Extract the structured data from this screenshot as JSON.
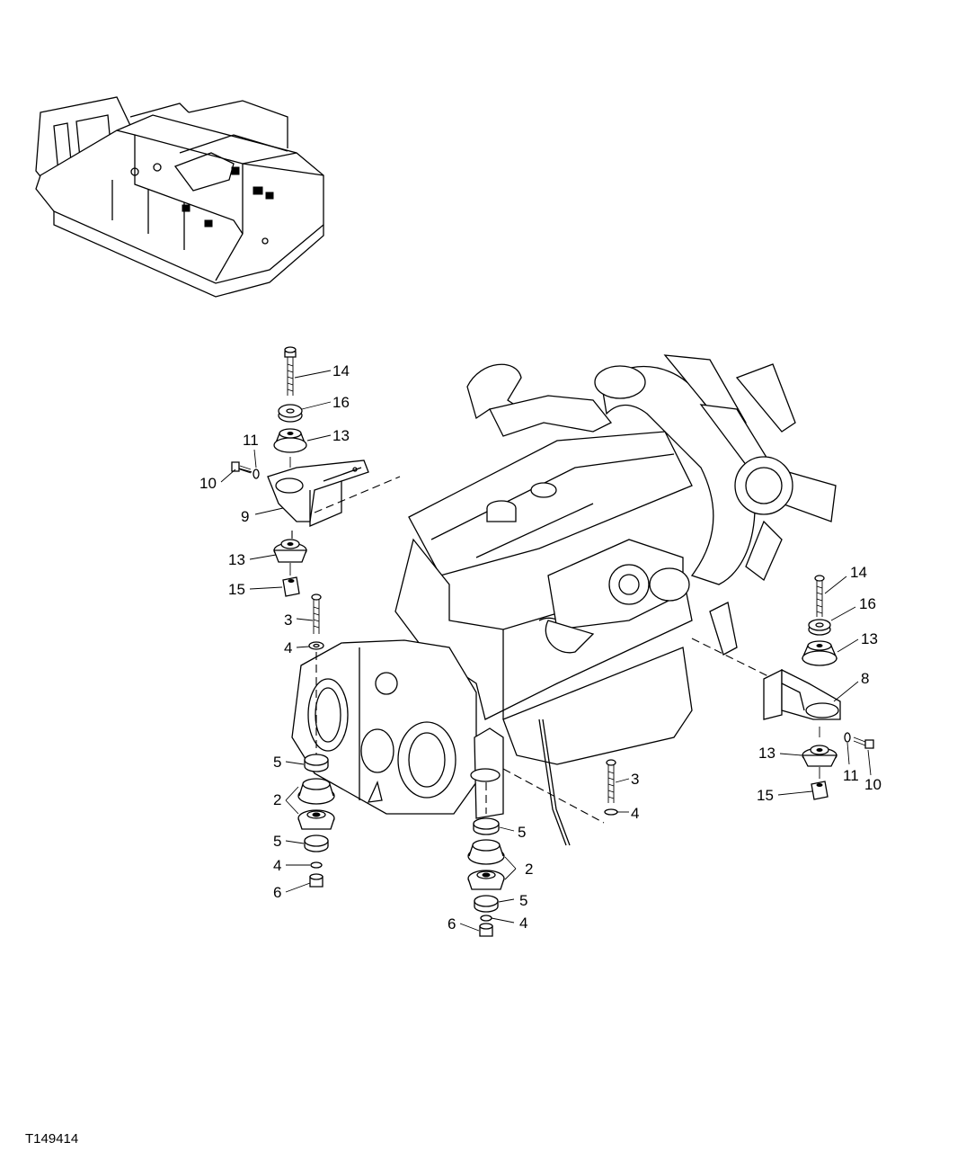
{
  "figure_id": "T149414",
  "callouts": {
    "top_left_14": "14",
    "top_left_16": "16",
    "top_left_13_upper": "13",
    "top_left_11": "11",
    "top_left_10": "10",
    "top_left_9": "9",
    "top_left_13_lower": "13",
    "top_left_15": "15",
    "left_3": "3",
    "left_4": "4",
    "left_5_upper": "5",
    "left_2": "2",
    "left_5_lower": "5",
    "left_4_lower": "4",
    "left_6": "6",
    "mid_3": "3",
    "mid_4": "4",
    "mid_5_upper": "5",
    "mid_2": "2",
    "mid_5_lower": "5",
    "mid_6": "6",
    "mid_4_lower": "4",
    "right_14": "14",
    "right_16": "16",
    "right_13_upper": "13",
    "right_8": "8",
    "right_13_lower": "13",
    "right_11": "11",
    "right_10": "10",
    "right_15": "15"
  }
}
